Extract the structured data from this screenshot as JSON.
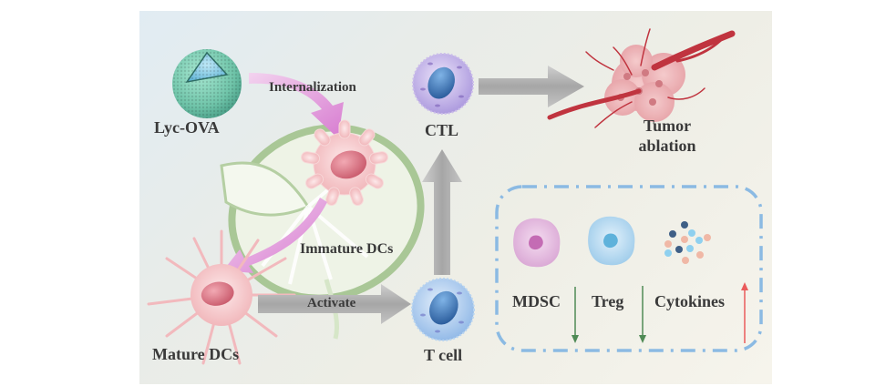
{
  "figure": {
    "type": "schematic",
    "nodes": {
      "nanoparticle": "Lyc-OVA",
      "immature_dc": "Immature DCs",
      "mature_dc": "Mature DCs",
      "t_cell": "T cell",
      "ctl": "CTL",
      "tumor": "Tumor ablation"
    },
    "tumor_label_lines": [
      "Tumor",
      "ablation"
    ],
    "edges": {
      "internalization": "Internalization",
      "activate": "Activate"
    },
    "inset": {
      "items": [
        {
          "label": "MDSC",
          "trend": "down"
        },
        {
          "label": "Treg",
          "trend": "down"
        },
        {
          "label": "Cytokines",
          "trend": "up"
        }
      ]
    },
    "colors": {
      "nanoparticle_shell": "#7dcfb6",
      "nanoparticle_core": "#7cc4e0",
      "dc_cell": "#f3c2c4",
      "dc_nucleus": "#d77b88",
      "internalization_arrow": "#e08ad8",
      "gray_arrow": "#a9a9a9",
      "t_cell": "#a8c8ec",
      "ctl": "#bba8e0",
      "tumor_vessel": "#c0343f",
      "inset_border": "#8bbae3",
      "down_arrow": "#4f8a55",
      "up_arrow": "#ea5b5b",
      "lymph_node": "#9ebd8a"
    }
  }
}
